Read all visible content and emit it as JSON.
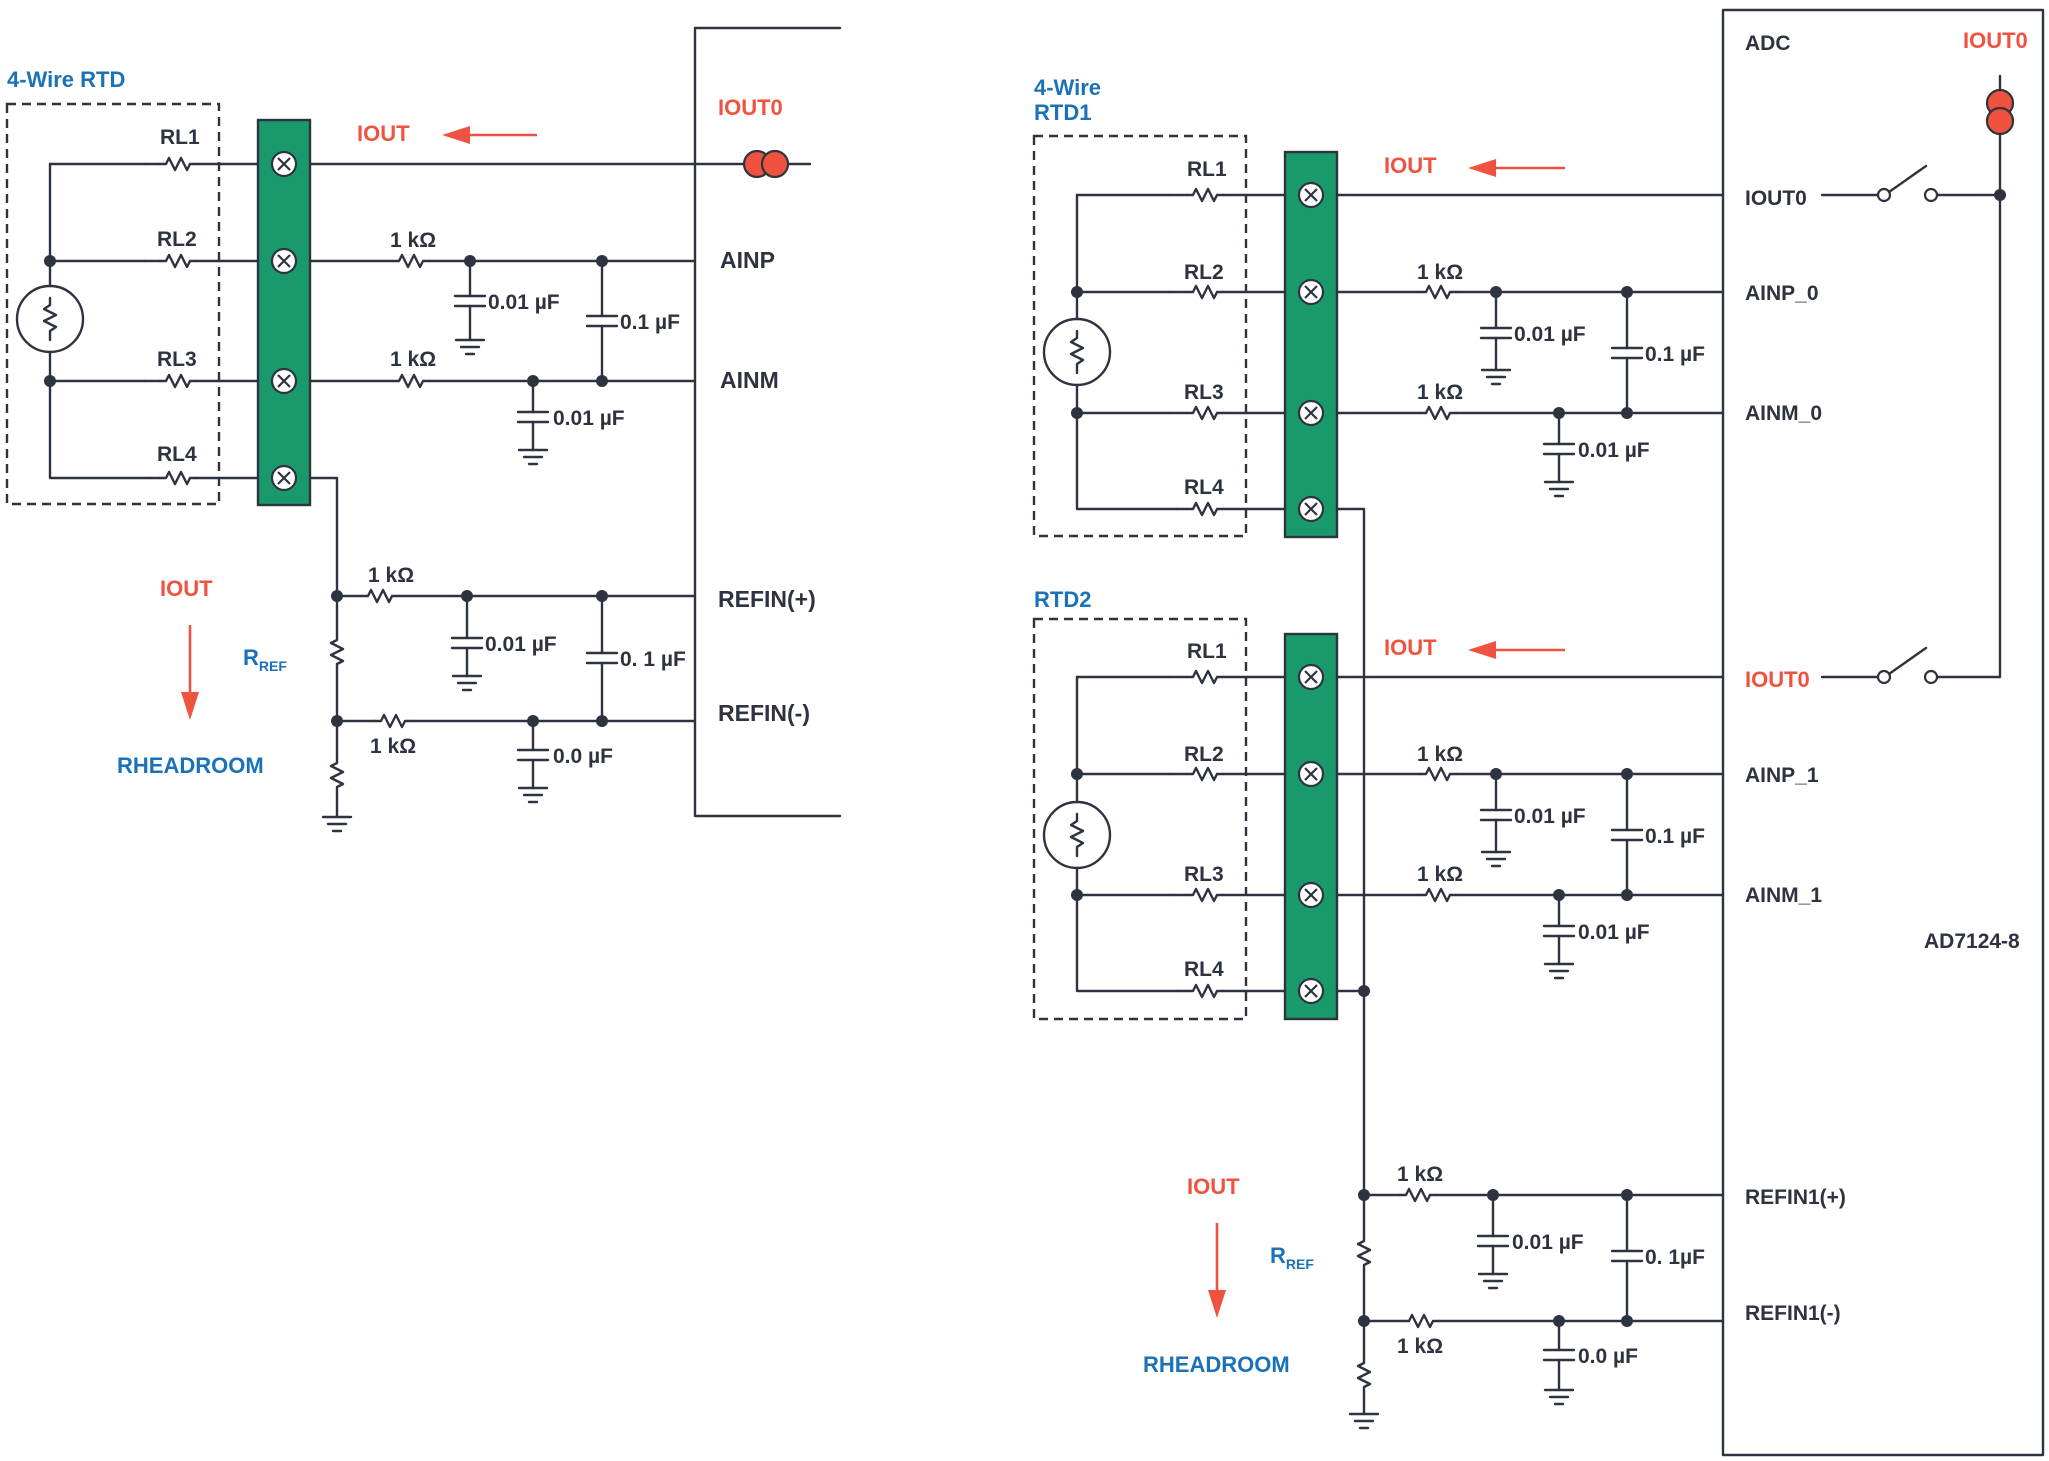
{
  "colors": {
    "line": "#2e3340",
    "accent_red": "#ef5340",
    "accent_blue": "#1b72b8",
    "terminal_green": "#1a9a6c"
  },
  "left_circuit": {
    "rtd_title": "4-Wire RTD",
    "rl": [
      "RL1",
      "RL2",
      "RL3",
      "RL4"
    ],
    "iout_arrow": "IOUT",
    "iout0": "IOUT0",
    "ainp": "AINP",
    "ainm": "AINM",
    "refin_pos": "REFIN(+)",
    "refin_neg": "REFIN(-)",
    "res_ainp": "1 kΩ",
    "res_ainm": "1 kΩ",
    "res_refp": "1 kΩ",
    "res_refn": "1 kΩ",
    "cap_ainp": "0.01 µF",
    "cap_ainm": "0.01 µF",
    "cap_diff": "0.1 µF",
    "cap_refp": "0.01 µF",
    "cap_ref_diff": "0. 1 µF",
    "cap_refn": "0.0 µF",
    "iout_down": "IOUT",
    "rref_main": "R",
    "rref_sub": "REF",
    "rheadroom": "RHEADROOM"
  },
  "right_circuit": {
    "adc_label": "ADC",
    "iout0_top": "IOUT0",
    "rtd1_title_line1": "4-Wire",
    "rtd1_title_line2": "RTD1",
    "rtd2_title": "RTD2",
    "rtd1_rl": [
      "RL1",
      "RL2",
      "RL3",
      "RL4"
    ],
    "rtd2_rl": [
      "RL1",
      "RL2",
      "RL3",
      "RL4"
    ],
    "iout_arrow_1": "IOUT",
    "iout_arrow_2": "IOUT",
    "pin_iout0_1": "IOUT0",
    "pin_ainp0": "AINP_0",
    "pin_ainm0": "AINM_0",
    "pin_iout0_2": "IOUT0",
    "pin_ainp1": "AINP_1",
    "pin_ainm1": "AINM_1",
    "pin_refin1_pos": "REFIN1(+)",
    "pin_refin1_neg": "REFIN1(-)",
    "chip_name": "AD7124-8",
    "res_ainp0": "1 kΩ",
    "res_ainm0": "1 kΩ",
    "res_ainp1": "1 kΩ",
    "res_ainm1": "1 kΩ",
    "res_refp": "1 kΩ",
    "res_refn": "1 kΩ",
    "cap_ainp0": "0.01 µF",
    "cap_ainm0": "0.01 µF",
    "cap_diff0": "0.1 µF",
    "cap_ainp1": "0.01 µF",
    "cap_ainm1": "0.01 µF",
    "cap_diff1": "0.1 µF",
    "cap_refp": "0.01 µF",
    "cap_ref_diff": "0. 1µF",
    "cap_refn": "0.0 µF",
    "iout_down": "IOUT",
    "rref_main": "R",
    "rref_sub": "REF",
    "rheadroom": "RHEADROOM"
  }
}
